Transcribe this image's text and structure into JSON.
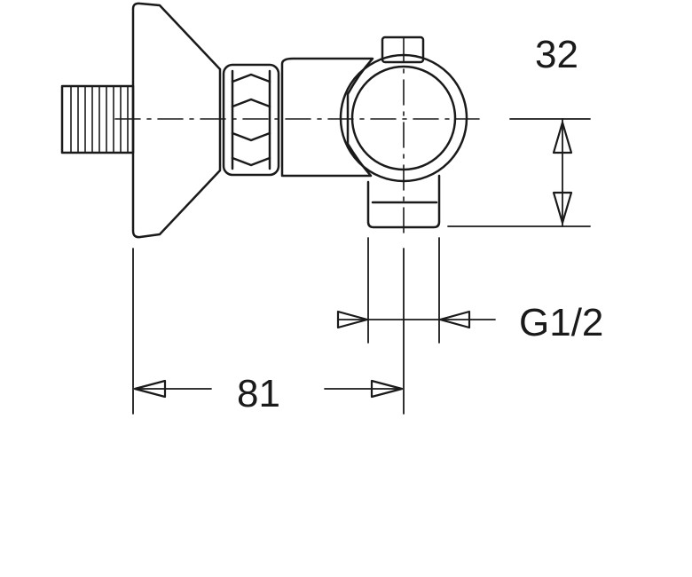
{
  "dimensions": {
    "height_label": "32",
    "thread_label": "G1/2",
    "length_label": "81"
  },
  "colors": {
    "line": "#1a1a1a",
    "background": "#ffffff"
  }
}
